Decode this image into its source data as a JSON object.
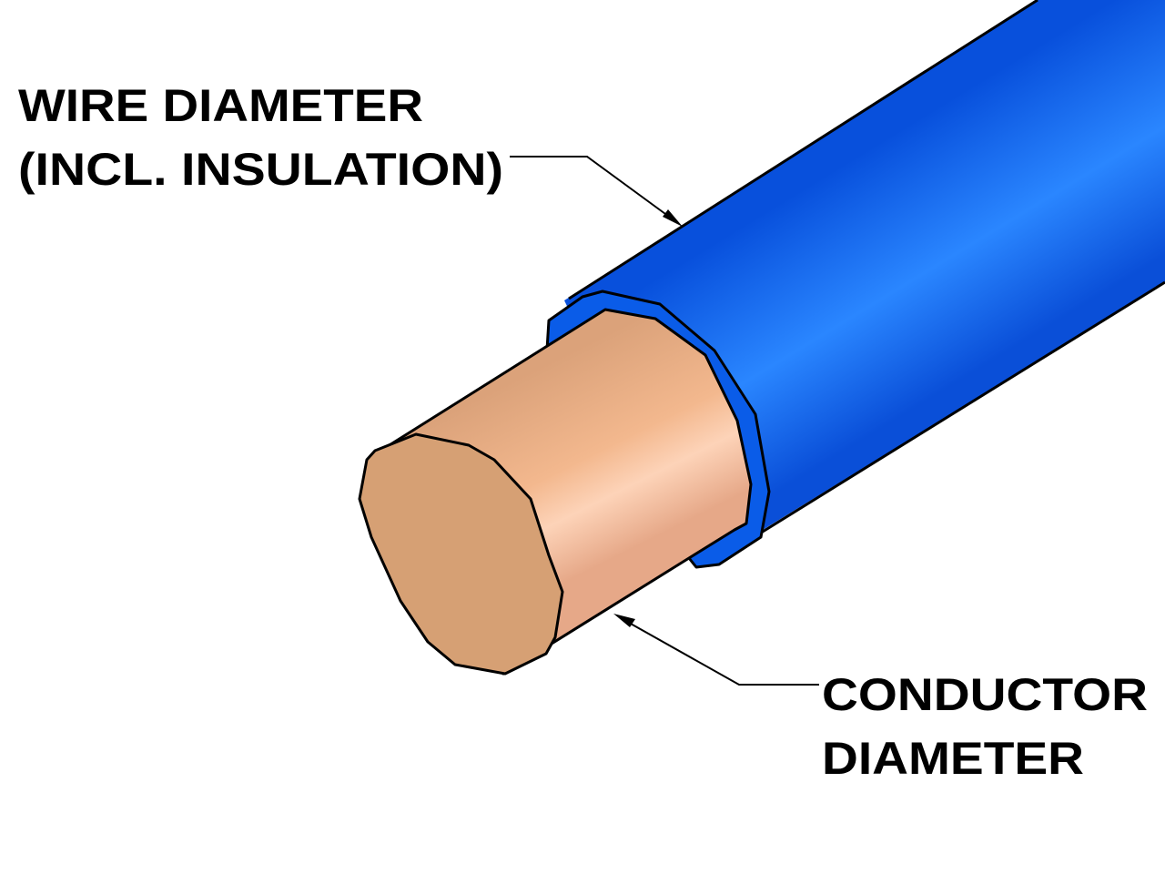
{
  "labels": {
    "wire_line1": "WIRE DIAMETER",
    "wire_line2": "(INCL. INSULATION)",
    "conductor_line1": "CONDUCTOR",
    "conductor_line2": "DIAMETER"
  },
  "colors": {
    "insulation": "#0a5ce8",
    "insulation_highlight": "#2a86ff",
    "conductor_face": "#d6a074",
    "conductor_body": "#f0b48a",
    "conductor_highlight": "#fdd4b8",
    "outline": "#000000"
  }
}
